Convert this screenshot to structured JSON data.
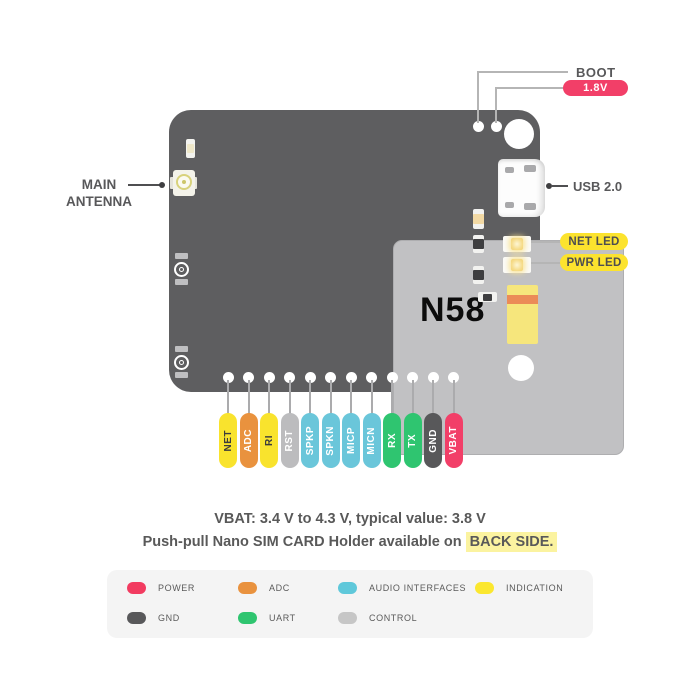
{
  "module": {
    "name": "N58"
  },
  "callouts": {
    "main_antenna_line1": "MAIN",
    "main_antenna_line2": "ANTENNA",
    "boot": "BOOT",
    "v18": "1.8V",
    "usb": "USB 2.0",
    "net_led": "NET LED",
    "pwr_led": "PWR LED"
  },
  "notes": {
    "vbat": "VBAT: 3.4 V to 4.3 V, typical value: 3.8 V",
    "sim_prefix": "Push-pull Nano SIM CARD Holder available on ",
    "sim_highlight": "BACK SIDE."
  },
  "pins": [
    {
      "label": "NET",
      "category": "indication",
      "color": "#f9e32d",
      "text_color": "#3c3c3c"
    },
    {
      "label": "ADC",
      "category": "adc",
      "color": "#e9923e",
      "text_color": "#ffffff"
    },
    {
      "label": "RI",
      "category": "indication",
      "color": "#f9e32d",
      "text_color": "#3c3c3c"
    },
    {
      "label": "RST",
      "category": "control",
      "color": "#bcbcbe",
      "text_color": "#ffffff"
    },
    {
      "label": "SPKP",
      "category": "audio-interfaces",
      "color": "#6ac6da",
      "text_color": "#ffffff"
    },
    {
      "label": "SPKN",
      "category": "audio-interfaces",
      "color": "#6ac6da",
      "text_color": "#ffffff"
    },
    {
      "label": "MICP",
      "category": "audio-interfaces",
      "color": "#6ac6da",
      "text_color": "#ffffff"
    },
    {
      "label": "MICN",
      "category": "audio-interfaces",
      "color": "#6ac6da",
      "text_color": "#ffffff"
    },
    {
      "label": "RX",
      "category": "uart",
      "color": "#2fc570",
      "text_color": "#ffffff"
    },
    {
      "label": "TX",
      "category": "uart",
      "color": "#2fc570",
      "text_color": "#ffffff"
    },
    {
      "label": "GND",
      "category": "gnd",
      "color": "#58585a",
      "text_color": "#ffffff"
    },
    {
      "label": "VBAT",
      "category": "power",
      "color": "#f23f68",
      "text_color": "#ffffff"
    }
  ],
  "legend": [
    {
      "label": "POWER",
      "color": "#f23b60",
      "row": 0,
      "col": 0
    },
    {
      "label": "ADC",
      "color": "#e9923e",
      "row": 0,
      "col": 1
    },
    {
      "label": "AUDIO INTERFACES",
      "color": "#5fc8da",
      "row": 0,
      "col": 2
    },
    {
      "label": "INDICATION",
      "color": "#fbe72f",
      "row": 0,
      "col": 3
    },
    {
      "label": "GND",
      "color": "#58585a",
      "row": 1,
      "col": 0
    },
    {
      "label": "UART",
      "color": "#2fc570",
      "row": 1,
      "col": 1
    },
    {
      "label": "CONTROL",
      "color": "#c6c6c6",
      "row": 1,
      "col": 2
    }
  ],
  "colors": {
    "board": "#5e5e60",
    "module": "#c1c1c3",
    "accent_pink": "#f23f68",
    "badge_yellow": "#fce32e",
    "text_dark": "#58585a",
    "highlight": "#fbf3a0"
  }
}
